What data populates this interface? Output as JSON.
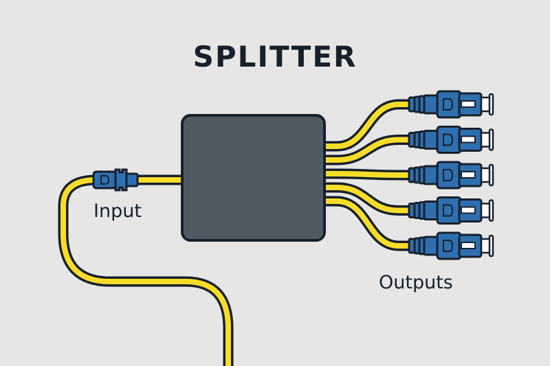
{
  "title": "SPLITTER",
  "labels": {
    "input": "Input",
    "outputs": "Outputs"
  },
  "colors": {
    "background": "#e6e6e6",
    "outline": "#18202b",
    "cable": "#f7dd2a",
    "connector": "#2e6fb0",
    "splitter_box": "#4f5a64",
    "ferrule": "#ffffff"
  },
  "components": {
    "splitter": {
      "name": "splitter-box",
      "input_count": 1,
      "output_count": 5
    },
    "input_connector": "fiber-connector-icon",
    "output_connector": "sc-connector-icon"
  }
}
